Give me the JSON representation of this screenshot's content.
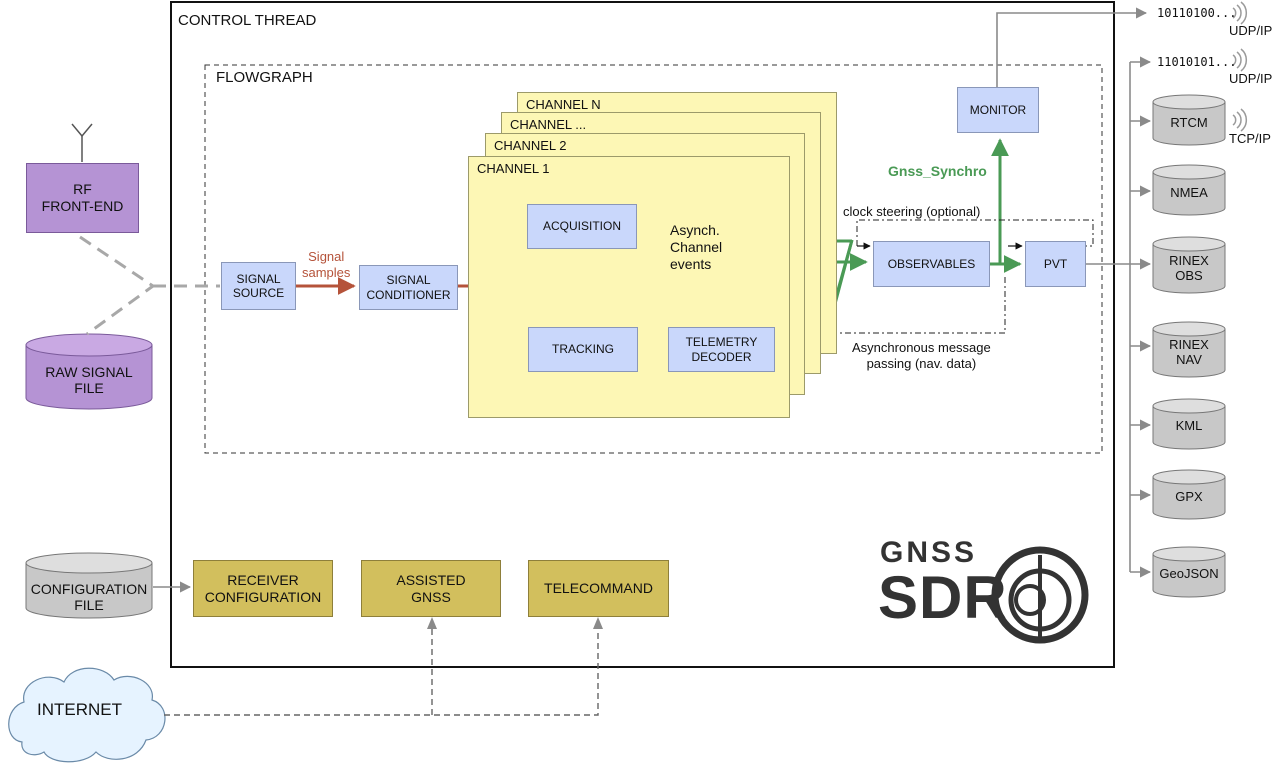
{
  "control_thread": {
    "label": "CONTROL THREAD"
  },
  "flowgraph": {
    "label": "FLOWGRAPH"
  },
  "inputs": {
    "rf_front_end": "RF\nFRONT-END",
    "raw_signal_file": "RAW SIGNAL\nFILE",
    "configuration_file": "CONFIGURATION\nFILE",
    "internet": "INTERNET"
  },
  "blocks": {
    "signal_source": "SIGNAL\nSOURCE",
    "signal_conditioner": "SIGNAL\nCONDITIONER",
    "acquisition": "ACQUISITION",
    "tracking": "TRACKING",
    "telemetry_decoder": "TELEMETRY\nDECODER",
    "observables": "OBSERVABLES",
    "pvt": "PVT",
    "monitor": "MONITOR"
  },
  "channels": {
    "channel_n": "CHANNEL N",
    "channel_dots": "CHANNEL ...",
    "channel_2": "CHANNEL 2",
    "channel_1": "CHANNEL 1"
  },
  "annotations": {
    "signal_samples": "Signal\nsamples",
    "async_channel_events": "Asynch.\nChannel\nevents",
    "gnss_synchro": "Gnss_Synchro",
    "clock_steering": "clock steering (optional)",
    "async_message_passing": "Asynchronous message\npassing (nav. data)"
  },
  "control_blocks": {
    "receiver_configuration": "RECEIVER\nCONFIGURATION",
    "assisted_gnss": "ASSISTED\nGNSS",
    "telecommand": "TELECOMMAND"
  },
  "outputs": {
    "stream_1_bits": "10110100...",
    "stream_1_proto": "UDP/IP",
    "stream_2_bits": "11010101...",
    "stream_2_proto": "UDP/IP",
    "rtcm": "RTCM",
    "rtcm_proto": "TCP/IP",
    "nmea": "NMEA",
    "rinex_obs": "RINEX\nOBS",
    "rinex_nav": "RINEX\nNAV",
    "kml": "KML",
    "gpx": "GPX",
    "geojson": "GeoJSON"
  },
  "logo": {
    "line1": "GNSS",
    "line2": "SDR"
  },
  "colors": {
    "signal_path": "#b5533a",
    "synchro_path": "#4a9a55",
    "block_blue": "#c9d7fb",
    "block_gold": "#d2bf5d",
    "block_purple": "#b593d4",
    "channel_yellow": "#fdf7b5",
    "cylinder_grey": "#c8c8c8"
  }
}
